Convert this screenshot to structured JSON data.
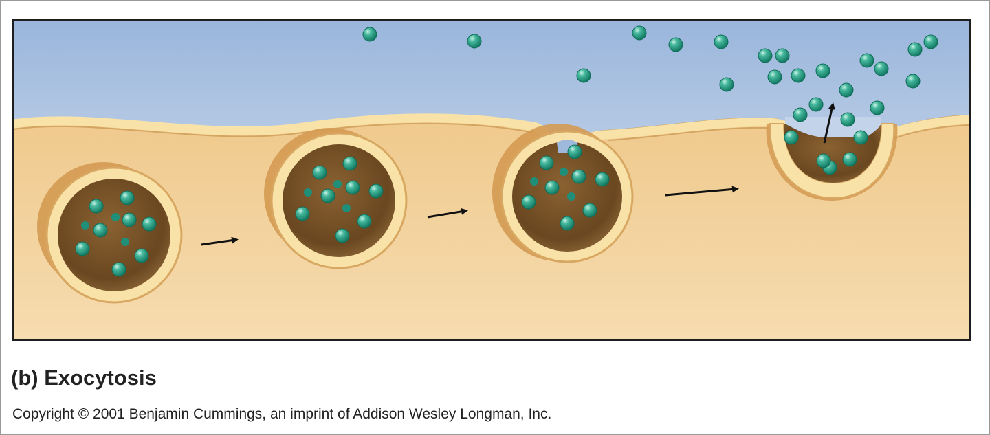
{
  "caption": "(b) Exocytosis",
  "copyright": "Copyright © 2001 Benjamin Cummings, an imprint of Addison Wesley Longman, Inc.",
  "colors": {
    "extracellular_top": "#9ab6dc",
    "extracellular_bottom": "#e6ecf3",
    "cytoplasm": "#f1cf96",
    "membrane": "#f8e2a8",
    "membrane_edge": "#c99a55",
    "vesicle_lumen": "#6d4a22",
    "molecule": "#2fa68e",
    "arrow": "#111111"
  },
  "diagram": {
    "stages": [
      "vesicle-in-cytoplasm",
      "vesicle-near-membrane",
      "vesicle-fusing",
      "vesicle-releasing-contents"
    ],
    "arrows": [
      "stage-1-to-2",
      "stage-2-to-3",
      "stage-3-to-4",
      "release-out"
    ]
  }
}
